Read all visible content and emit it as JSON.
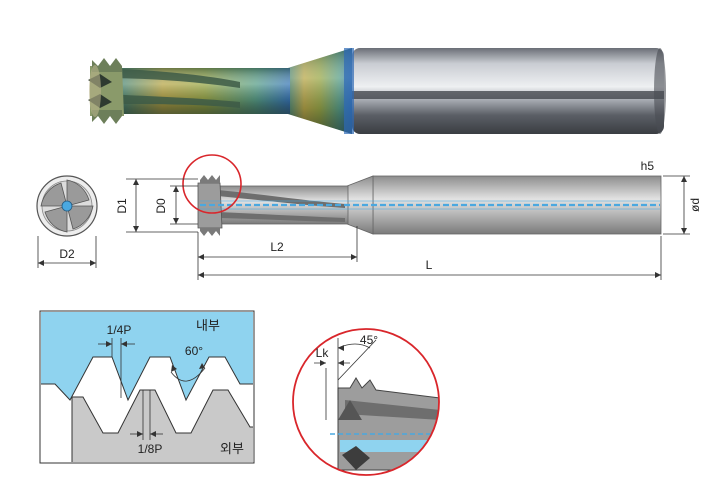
{
  "labels": {
    "d1": "D1",
    "d0": "D0",
    "d2": "D2",
    "l2": "L2",
    "l": "L",
    "h5": "h5",
    "od": "ød",
    "quarter_p": "1/4P",
    "eighth_p": "1/8P",
    "angle60": "60°",
    "internal": "내부",
    "external": "외부",
    "lk": "Lk",
    "angle45": "45°"
  },
  "colors": {
    "thread_internal": "#8fd3ef",
    "thread_external": "#c9c9c9",
    "coolant": "#4aa8e0",
    "highlight_circle": "#d9262b",
    "tool_body": "#a8a8a8"
  }
}
